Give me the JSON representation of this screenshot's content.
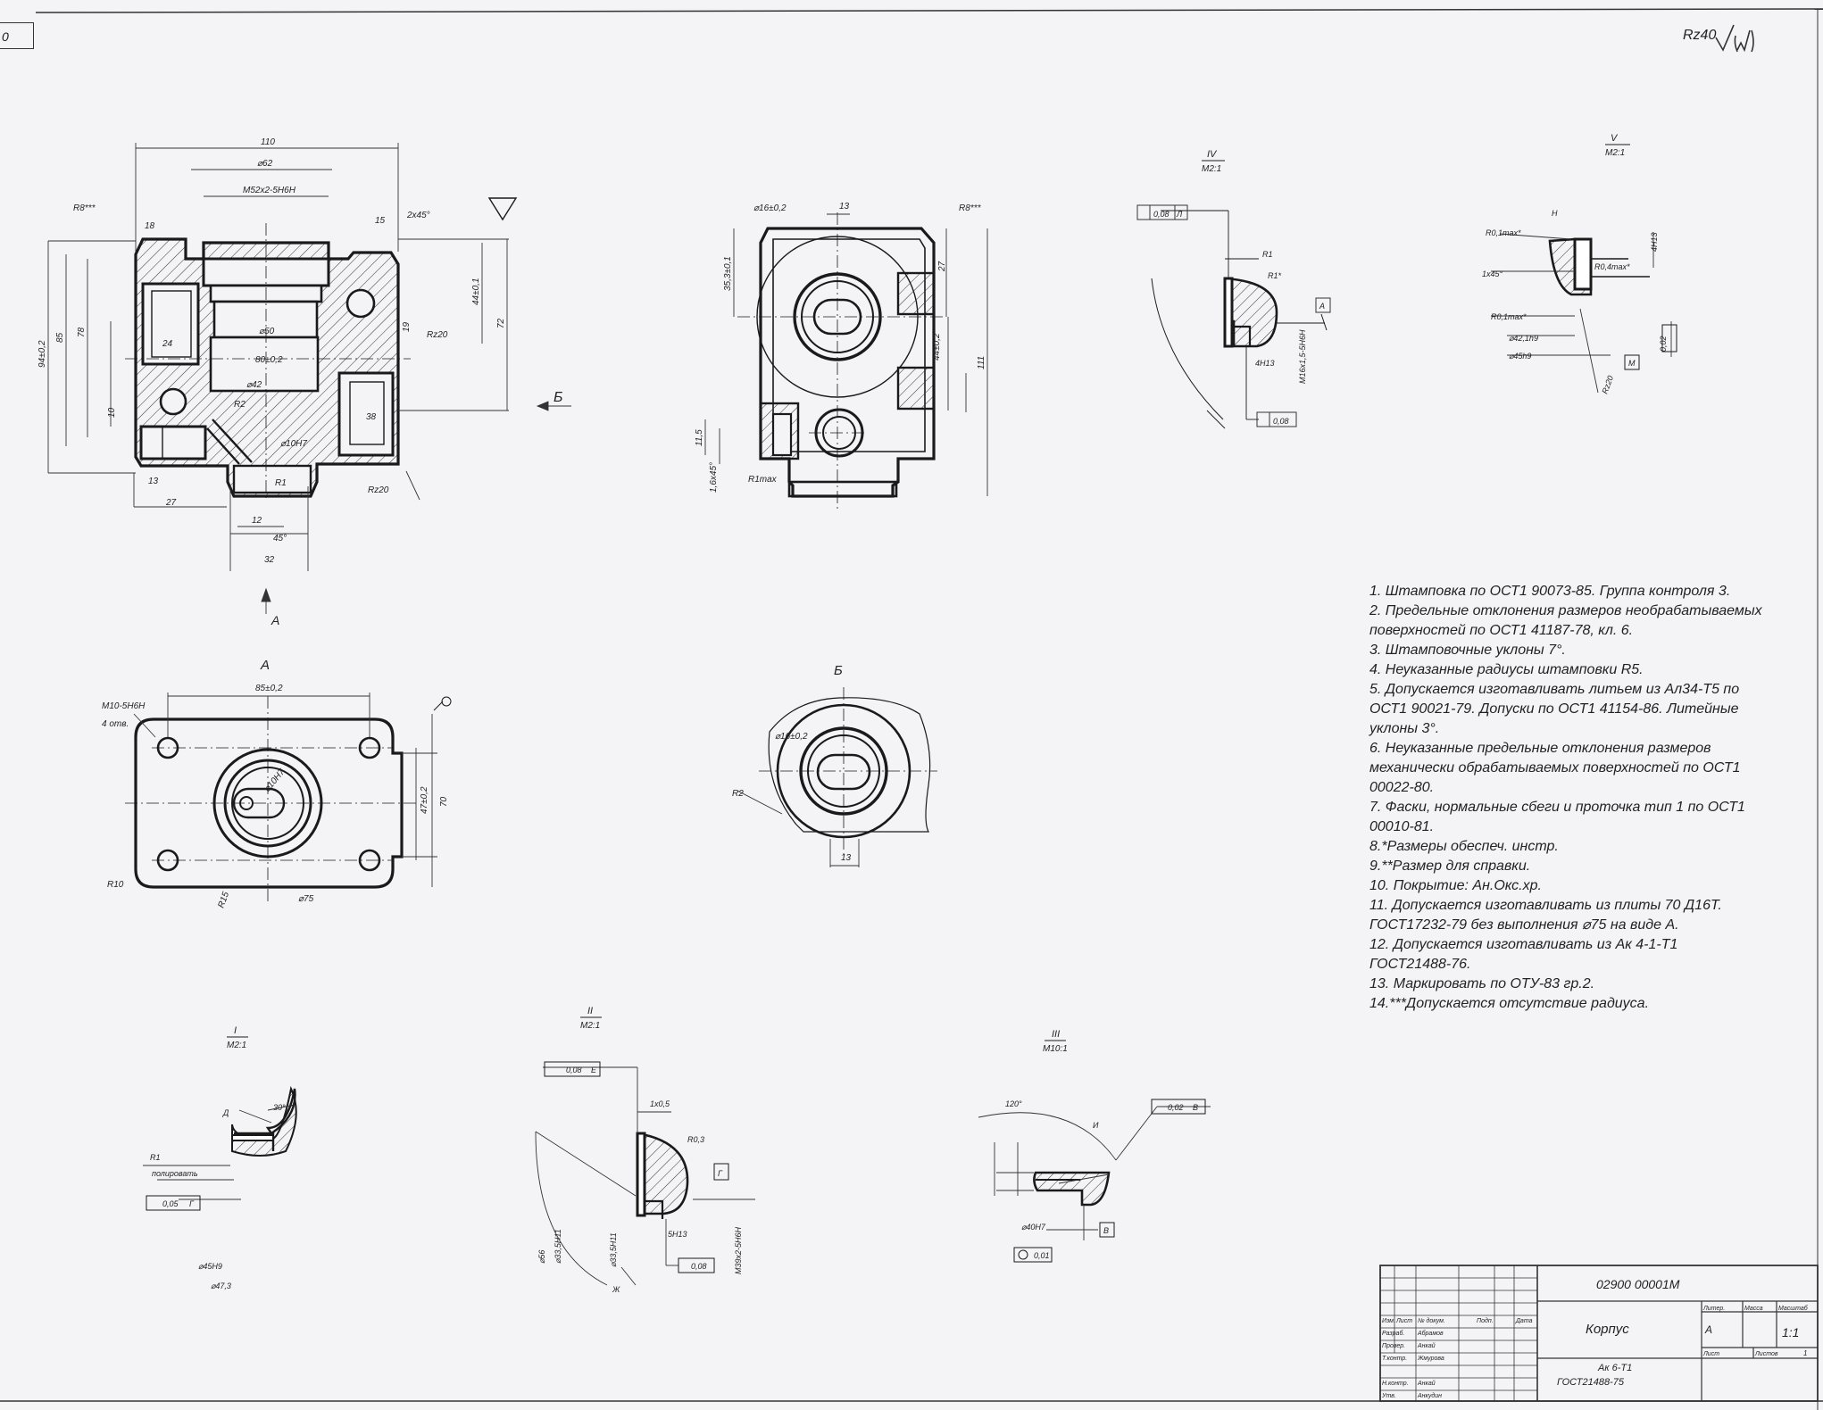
{
  "frame_tag": "0",
  "roughness": "Rz40",
  "views": {
    "main_arrow_b": "Б",
    "view_a_arrow": "А",
    "view_a_title": "А",
    "view_b_title": "Б",
    "detail_iv_title": "IV",
    "detail_iv_scale": "М2:1",
    "detail_v_title": "V",
    "detail_v_scale": "М2:1",
    "detail_i_title": "I",
    "detail_i_scale": "М2:1",
    "detail_ii_title": "II",
    "detail_ii_scale": "М2:1",
    "detail_iii_title": "III",
    "detail_iii_scale": "М10:1"
  },
  "dims": {
    "d110": "110",
    "d62": "⌀62",
    "m52": "M52x2-5H6H",
    "d18": "18",
    "d15": "15",
    "d2x45": "2x45°",
    "r8": "R8***",
    "d94": "94±0,2",
    "d85": "85",
    "d78": "78",
    "d44": "44±0,1",
    "d72": "72",
    "d19": "19",
    "d50": "⌀50",
    "d80": "80±0,2",
    "d42": "⌀42",
    "d24": "24",
    "d10h7": "⌀10H7",
    "d10": "10",
    "d38": "38",
    "d13": "13",
    "d27": "27",
    "d12": "12",
    "d45": "45°",
    "d32": "32",
    "rz20": "Rz20",
    "r1": "R1",
    "r2": "R2",
    "d16": "⌀16±0,2",
    "d13b": "13",
    "d353": "35,3±0,1",
    "d111": "111",
    "d44b": "44±0,2",
    "d115": "11,5",
    "d16x45": "1,6x45°",
    "r1max": "R1max",
    "m10": "M10-5H6H",
    "four_holes": "4 отв.",
    "d85a": "85±0,2",
    "d47": "47±0,2",
    "d70": "70",
    "r10": "R10",
    "r15": "R15",
    "d75": "⌀75",
    "d10h7b": "⌀10H7",
    "tol008": "0,08",
    "tol005": "0,05",
    "tol002": "0,02",
    "tol001": "0,01",
    "base_a": "А",
    "base_b": "Б",
    "base_v": "В",
    "base_g": "Г",
    "base_e": "Е",
    "base_l": "Л",
    "base_m": "М"
  },
  "notes": [
    "1. Штамповка по ОСТ1 90073-85. Группа контроля 3.",
    "2. Предельные отклонения размеров необрабатываемых",
    "поверхностей по ОСТ1 41187-78, кл. 6.",
    "3. Штамповочные уклоны 7°.",
    "4. Неуказанные радиусы штамповки R5.",
    "5. Допускается изготавливать литьем из Ал34-Т5 по",
    "ОСТ1 90021-79. Допуски по ОСТ1 41154-86. Литейные",
    "уклоны 3°.",
    "6. Неуказанные предельные отклонения размеров",
    "механически обрабатываемых поверхностей по ОСТ1",
    "00022-80.",
    "7. Фаски, нормальные сбеги и проточка тип 1 по ОСТ1",
    "00010-81.",
    "8.*Размеры обеспеч. инстр.",
    "9.**Размер для справки.",
    "10. Покрытие: Ан.Окс.хр.",
    "11. Допускается изготавливать из плиты 70 Д16Т.",
    "ГОСТ17232-79 без выполнения ⌀75 на виде А.",
    "12. Допускается изготавливать из Ак 4-1-Т1",
    "ГОСТ21488-76.",
    "13. Маркировать по ОТУ-83 гр.2.",
    "14.***Допускается отсутствие радиуса."
  ],
  "title_block": {
    "designation": "02900 00001М",
    "name": "Корпус",
    "material_line1": "Ак 6-Т1",
    "material_line2": "ГОСТ21488-75",
    "letter": "А",
    "scale": "1:1",
    "scale_label": "Масштаб",
    "mass_label": "Масса",
    "litera_label": "Литер.",
    "sheet_label": "Лист",
    "sheets_label": "Листов",
    "sheets_value": "1",
    "rows": [
      {
        "role": "Изм.",
        "name": "Лист",
        "doc": "№ докум.",
        "sign": "Подп.",
        "date": "Дата"
      },
      {
        "role": "Разраб.",
        "name": "Абрамов"
      },
      {
        "role": "Провер.",
        "name": "Анкай"
      },
      {
        "role": "Т.контр.",
        "name": "Жмурова"
      },
      {
        "role": "Н.контр.",
        "name": "Анкай"
      },
      {
        "role": "Утв.",
        "name": "Анкудин"
      }
    ]
  }
}
